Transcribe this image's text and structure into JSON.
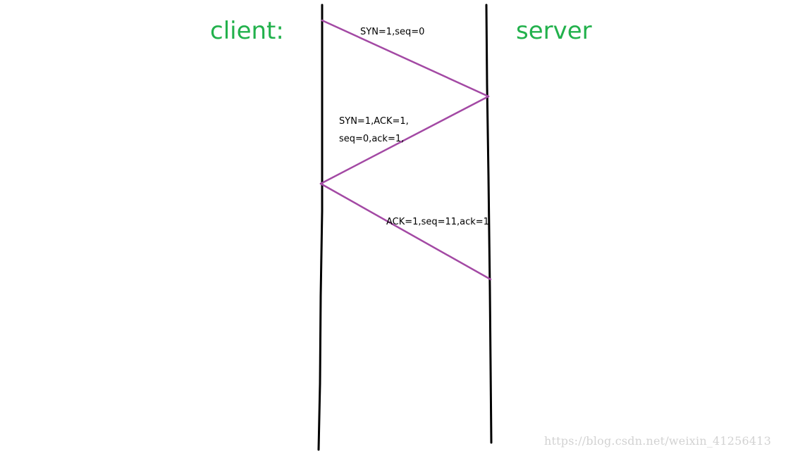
{
  "labels": {
    "client": "client:",
    "server": "server"
  },
  "messages": {
    "syn": "SYN=1,seq=0",
    "synack_line1": "SYN=1,ACK=1,",
    "synack_line2": "seq=0,ack=1,",
    "ack": "ACK=1,seq=11,ack=1"
  },
  "watermark": "https://blog.csdn.net/weixin_41256413",
  "colors": {
    "heading_green": "#22b14c",
    "arrow_purple": "#a349a4",
    "lifeline_black": "#000000",
    "text_black": "#000000",
    "watermark_gray": "#d2d2d2"
  }
}
